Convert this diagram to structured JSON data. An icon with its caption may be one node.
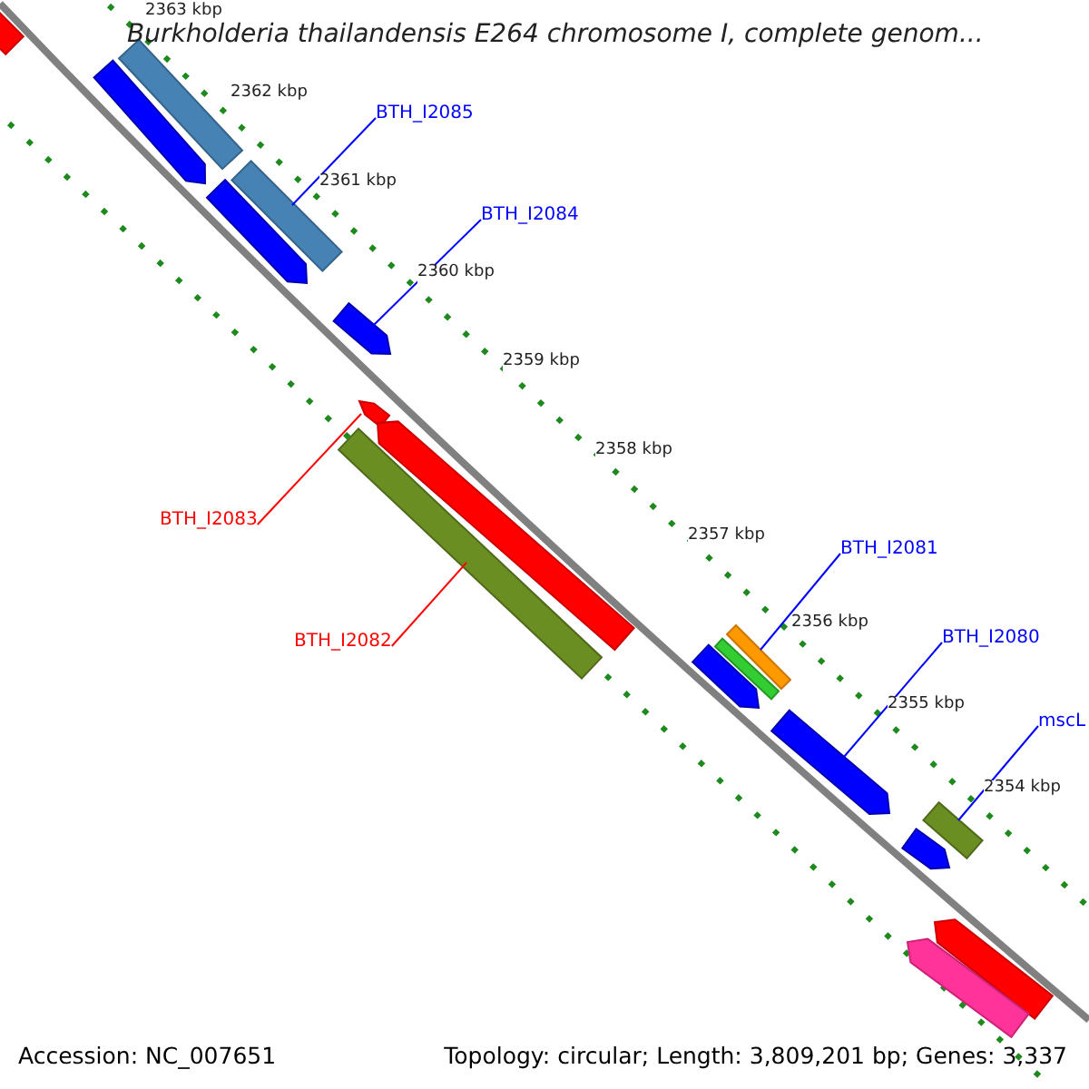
{
  "diagram": {
    "title": "Burkholderia thailandensis E264 chromosome I, complete genom...",
    "nodes": [
      {
        "text": [],
        "shape": "bar"
      },
      {
        "text": [],
        "shape": "bar"
      },
      {
        "text": [],
        "shape": "arrow"
      },
      {
        "text": [
          "BTH_I2085"
        ]
      },
      {
        "text": [],
        "shape": "bar"
      },
      {
        "text": [],
        "shape": "arrow"
      },
      {
        "text": [
          "BTH_I2084"
        ]
      },
      {
        "text": [],
        "shape": "arrow"
      },
      {
        "text": [
          "BTH_I2083"
        ]
      },
      {
        "text": [],
        "shape": "arrow"
      },
      {
        "text": [],
        "shape": "arrow"
      },
      {
        "text": [
          "BTH_I2082"
        ]
      },
      {
        "text": [],
        "shape": "bar"
      },
      {
        "text": [
          "BTH_I2081"
        ]
      },
      {
        "text": [],
        "shape": "bar"
      },
      {
        "text": [],
        "shape": "bar"
      },
      {
        "text": [],
        "shape": "arrow"
      },
      {
        "text": [
          "BTH_I2080"
        ]
      },
      {
        "text": [],
        "shape": "arrow"
      },
      {
        "text": [
          "mscL"
        ]
      },
      {
        "text": [],
        "shape": "bar"
      },
      {
        "text": [],
        "shape": "arrow"
      },
      {
        "text": [],
        "shape": "arrow"
      },
      {
        "text": [],
        "shape": "arrow"
      }
    ],
    "edges": [
      {
        "from": 3,
        "to": 4,
        "arrow": "none"
      },
      {
        "from": 6,
        "to": 7,
        "arrow": "none"
      },
      {
        "from": 8,
        "to": 9,
        "arrow": "none",
        "color": "#ff0000"
      },
      {
        "from": 11,
        "to": 12,
        "arrow": "none",
        "color": "#ff0000"
      },
      {
        "from": 13,
        "to": 14,
        "arrow": "none"
      },
      {
        "from": 17,
        "to": 18,
        "arrow": "none"
      },
      {
        "from": 19,
        "to": 20,
        "arrow": "none"
      }
    ],
    "labels": [
      "2363 kbp",
      "2362 kbp",
      "2361 kbp",
      "2360 kbp",
      "2359 kbp",
      "2358 kbp",
      "2357 kbp",
      "2356 kbp",
      "2355 kbp",
      "2354 kbp",
      "Accession: NC_007651",
      "Topology: circular; Length: 3,809,201 bp; Genes: 3,337"
    ]
  }
}
